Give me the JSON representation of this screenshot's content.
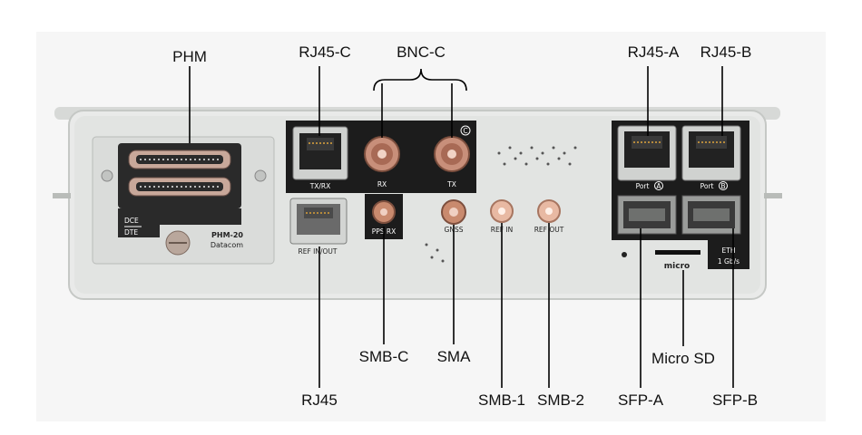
{
  "callouts": {
    "phm": "PHM",
    "rj45_c": "RJ45-C",
    "bnc_c": "BNC-C",
    "rj45_a": "RJ45-A",
    "rj45_b": "RJ45-B",
    "rj45": "RJ45",
    "smb_c": "SMB-C",
    "sma": "SMA",
    "smb_1": "SMB-1",
    "smb_2": "SMB-2",
    "micro_sd": "Micro SD",
    "sfp_a": "SFP-A",
    "sfp_b": "SFP-B"
  },
  "panel_labels": {
    "tx_rx": "TX/RX",
    "rx": "RX",
    "tx": "TX",
    "c_mark": "C",
    "ref_in_out": "REF IN/OUT",
    "pps_rx": "PPS RX",
    "gnss": "GNSS",
    "ref_in": "REF IN",
    "ref_out": "REF OUT",
    "port_a": "Port",
    "port_a_letter": "A",
    "port_b": "Port",
    "port_b_letter": "B",
    "dce": "DCE",
    "dte": "DTE",
    "module_name": "PHM-20",
    "module_sub": "Datacom",
    "eth": "ETH",
    "eth_speed": "1 Gb/s",
    "micro_sd_logo": "micro"
  },
  "colors": {
    "chassis": "#e4e6e4",
    "chassis_edge": "#c9ccc9",
    "dark_panel": "#1b1b1b",
    "copper": "#c98a6e",
    "copper_light": "#e8b9a3"
  }
}
